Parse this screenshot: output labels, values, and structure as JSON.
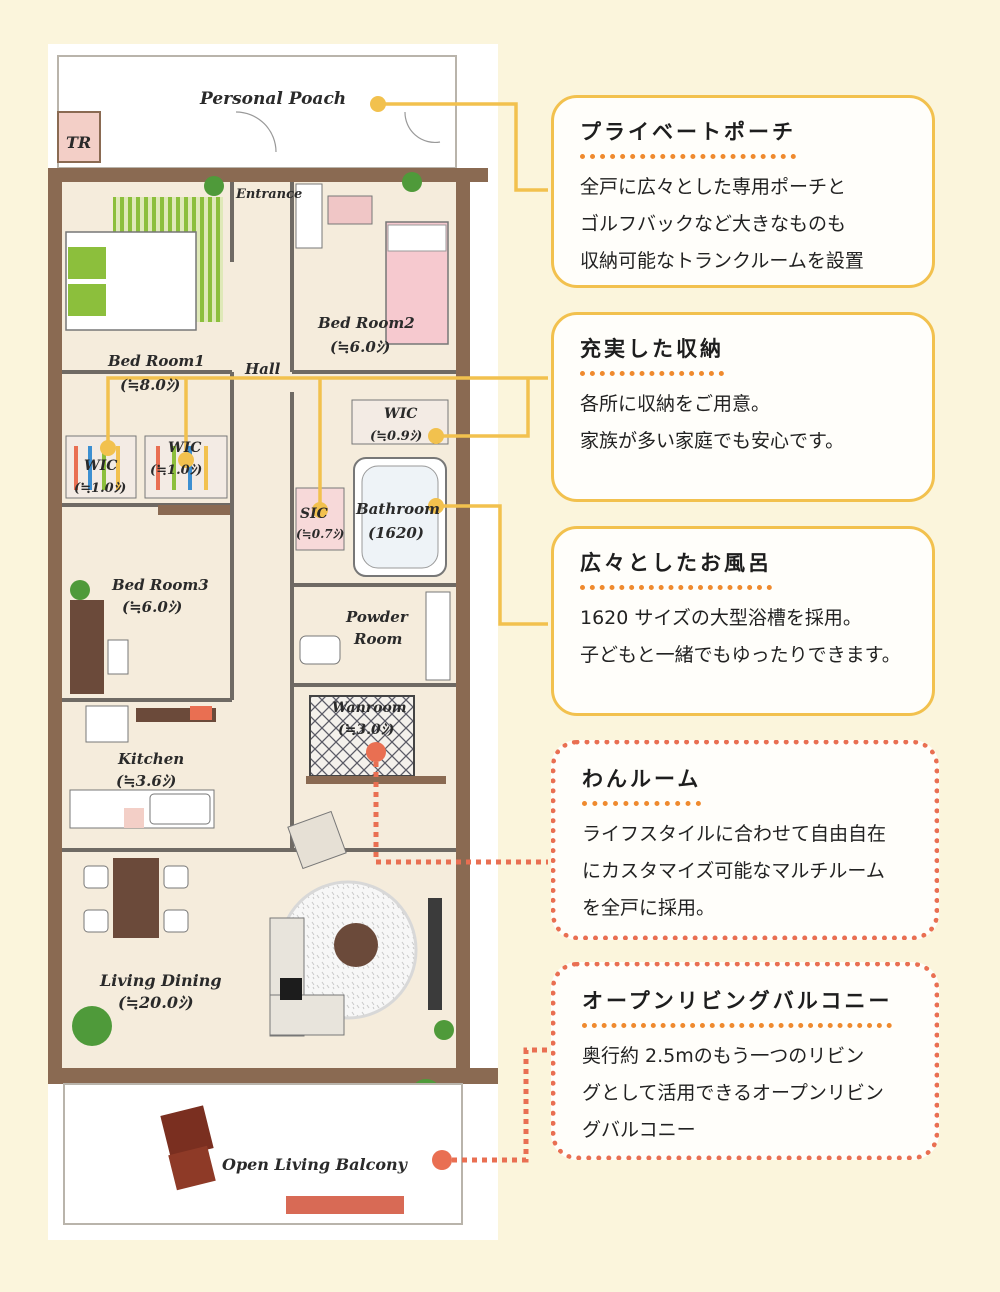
{
  "areas": {
    "personal_poach": "Personal Poach",
    "tr": "TR",
    "entrance": "Entrance",
    "hall": "Hall",
    "bed_room1": "Bed Room1",
    "bed_room1_size": "(≒8.0ｼ)",
    "bed_room2": "Bed Room2",
    "bed_room2_size": "(≒6.0ｼ)",
    "bed_room3": "Bed Room3",
    "bed_room3_size": "(≒6.0ｼ)",
    "wic_a": "WIC",
    "wic_a_size": "(≒1.0ｼ)",
    "wic_b": "WIC",
    "wic_b_size": "(≒1.0ｼ)",
    "wic_c": "WIC",
    "wic_c_size": "(≒0.9ｼ)",
    "sic": "SIC",
    "sic_size": "(≒0.7ｼ)",
    "bathroom": "Bathroom",
    "bathroom_size": "(1620)",
    "powder_room_1": "Powder",
    "powder_room_2": "Room",
    "wanroom": "Wanroom",
    "wanroom_size": "(≒3.0ｼ)",
    "kitchen": "Kitchen",
    "kitchen_size": "(≒3.6ｼ)",
    "living_dining": "Living Dining",
    "living_dining_size": "(≒20.0ｼ)",
    "open_living_balcony": "Open Living Balcony"
  },
  "callouts": [
    {
      "title": "プライベートポーチ",
      "lines": [
        "全戸に広々とした専用ポーチと",
        "ゴルフバックなど大きなものも",
        "収納可能なトランクルームを設置"
      ]
    },
    {
      "title": "充実した収納",
      "lines": [
        "各所に収納をご用意。",
        "家族が多い家庭でも安心です。"
      ]
    },
    {
      "title": "広々としたお風呂",
      "lines": [
        "1620 サイズの大型浴槽を採用。",
        "子どもと一緒でもゆったりできます。"
      ]
    },
    {
      "title": "わんルーム",
      "lines": [
        "ライフスタイルに合わせて自由自在",
        "にカスタマイズ可能なマルチルーム",
        "を全戸に採用。"
      ]
    },
    {
      "title": "オープンリビングバルコニー",
      "lines": [
        "奥行約 2.5mのもう一つのリビン",
        "グとして活用できるオープンリビン",
        "グバルコニー"
      ]
    }
  ],
  "colors": {
    "accent_yellow": "#f2c14e",
    "accent_coral": "#e96f52",
    "title_underline": "#ef8a2e",
    "wall": "#8a6a52",
    "floor": "#f5ecdc",
    "background": "#fbf5dc"
  }
}
